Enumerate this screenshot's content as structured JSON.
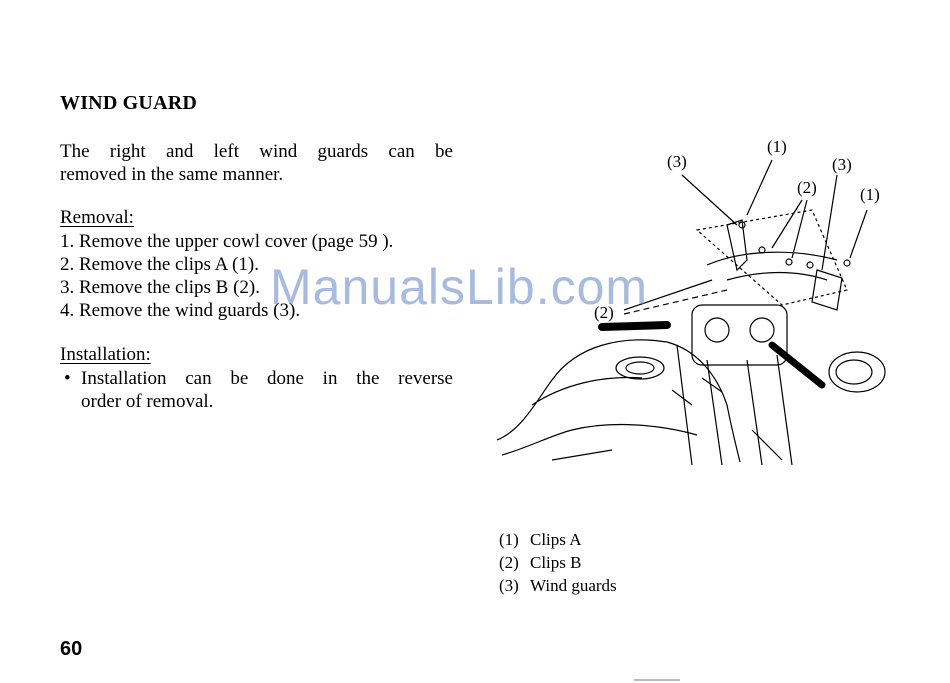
{
  "section_title": "WIND GUARD",
  "intro": {
    "line1": "The right and left wind guards can be",
    "line2": "removed in the same manner."
  },
  "removal": {
    "heading": "Removal:",
    "steps": [
      "1. Remove the upper cowl cover (page 59 ).",
      "2. Remove the clips A (1).",
      "3. Remove the clips B (2).",
      "4. Remove the wind guards (3)."
    ]
  },
  "installation": {
    "heading": "Installation:",
    "bullet": "•",
    "line1": "Installation can be done in the reverse",
    "line2": "order of removal."
  },
  "figure": {
    "callouts": [
      "(1)",
      "(3)",
      "(3)",
      "(2)",
      "(1)",
      "(2)"
    ]
  },
  "legend": [
    {
      "num": "(1)",
      "label": "Clips A"
    },
    {
      "num": "(2)",
      "label": "Clips B"
    },
    {
      "num": "(3)",
      "label": "Wind guards"
    }
  ],
  "page_number": "60",
  "watermark": "ManualsLib.com"
}
